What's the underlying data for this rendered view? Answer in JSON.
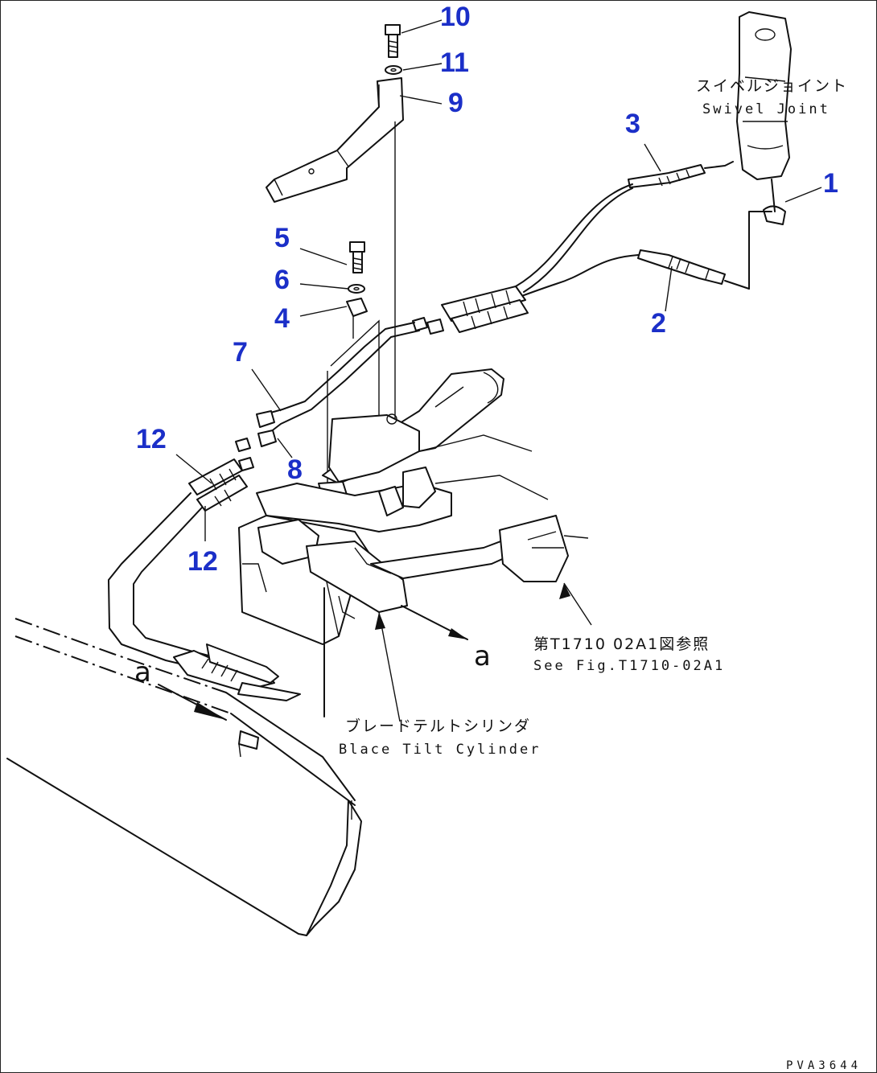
{
  "callouts": {
    "c1": "1",
    "c2": "2",
    "c3": "3",
    "c4": "4",
    "c5": "5",
    "c6": "6",
    "c7": "7",
    "c8": "8",
    "c9": "9",
    "c10": "10",
    "c11": "11",
    "c12a": "12",
    "c12b": "12"
  },
  "labels": {
    "swivel_jp": "スイベルジョイント",
    "swivel_en": "Swivel Joint",
    "ref_jp": "第T1710 02A1図参照",
    "ref_en": "See Fig.T1710-02A1",
    "cyl_jp": "ブレードテルトシリンダ",
    "cyl_en": "Blace Tilt Cylinder",
    "view_a_1": "a",
    "view_a_2": "a",
    "drawing_code": "PVA3644"
  },
  "colors": {
    "callout": "#1b2fc8",
    "line": "#111111"
  }
}
